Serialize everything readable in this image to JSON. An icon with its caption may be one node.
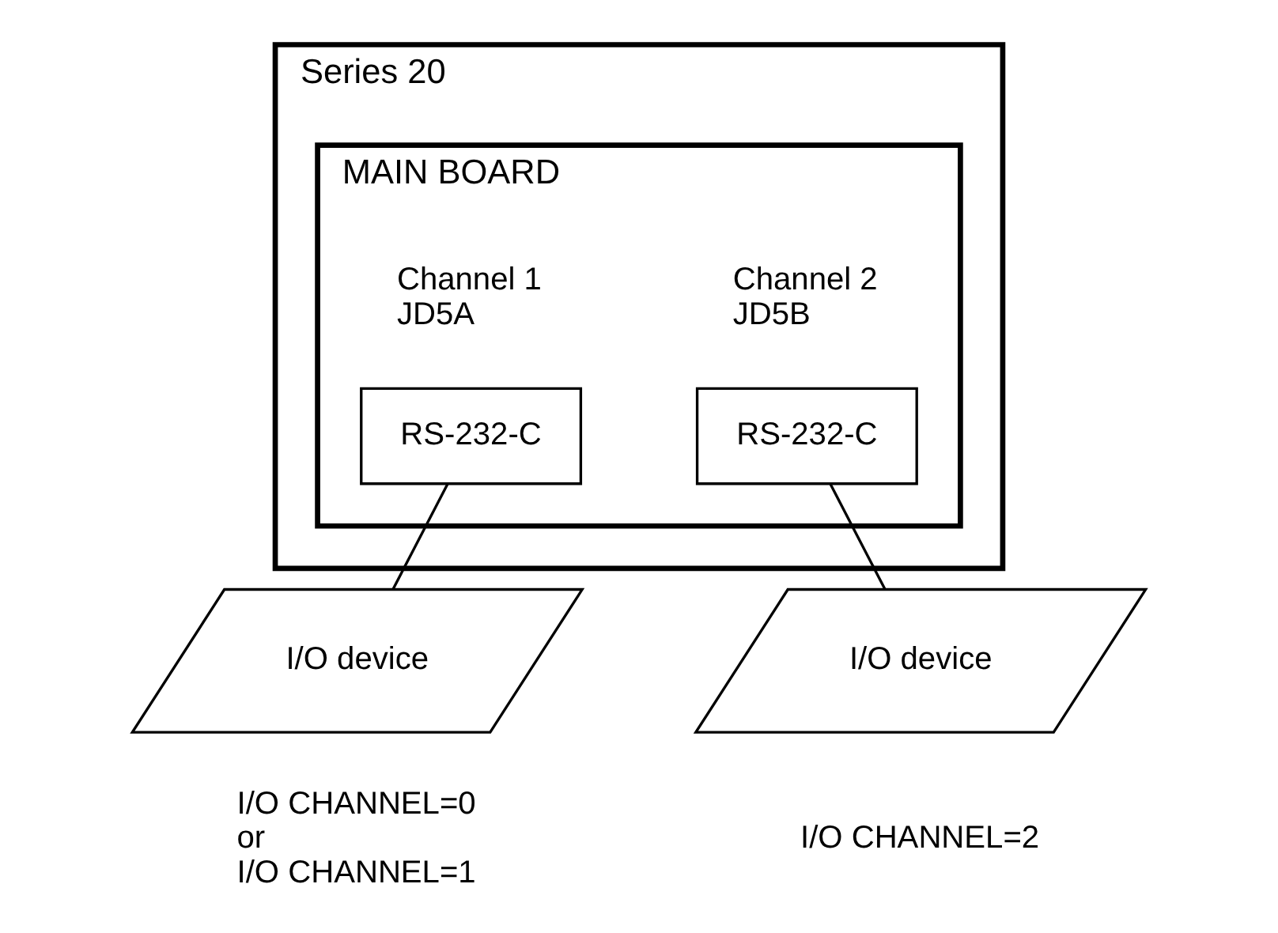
{
  "diagram": {
    "nodes": [
      {
        "text": [
          "Series 20"
        ]
      },
      {
        "text": [
          "MAIN BOARD"
        ],
        "in": 0
      },
      {
        "text": [
          "RS-232-C"
        ],
        "in": 1,
        "beside": [
          "Channel 1",
          "JD5A"
        ]
      },
      {
        "text": [
          "RS-232-C"
        ],
        "in": 1,
        "beside": [
          "Channel 2",
          "JD5B"
        ]
      },
      {
        "text": [
          "I/O device"
        ],
        "beside": [
          "I/O CHANNEL=0",
          "or",
          "I/O CHANNEL=1"
        ]
      },
      {
        "text": [
          "I/O device"
        ],
        "beside": [
          "I/O CHANNEL=2"
        ]
      }
    ],
    "edges": [
      {
        "from": 2,
        "to": 4,
        "arrow": "none"
      },
      {
        "from": 3,
        "to": 5,
        "arrow": "none"
      }
    ]
  }
}
